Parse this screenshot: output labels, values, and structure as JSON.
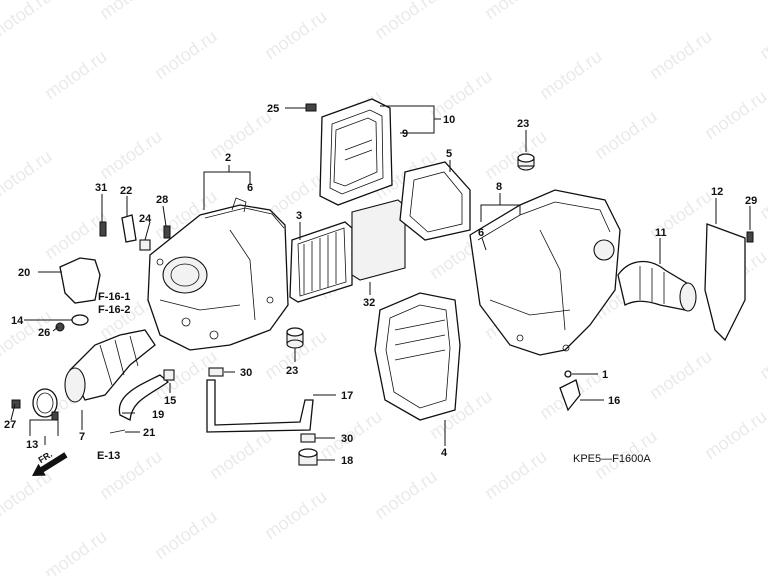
{
  "watermark": "motod.ru",
  "diagram_code": "KPE5—F1600A",
  "direction_marker": "FR.",
  "refs": {
    "f16_1": "F-16-1",
    "f16_2": "F-16-2",
    "e13": "E-13"
  },
  "callouts": {
    "c1": "1",
    "c2": "2",
    "c3": "3",
    "c4": "4",
    "c5": "5",
    "c6a": "6",
    "c6b": "6",
    "c7": "7",
    "c8": "8",
    "c9": "9",
    "c10": "10",
    "c11": "11",
    "c12": "12",
    "c13": "13",
    "c14": "14",
    "c15": "15",
    "c16": "16",
    "c17": "17",
    "c18": "18",
    "c19": "19",
    "c20": "20",
    "c21": "21",
    "c22": "22",
    "c23a": "23",
    "c23b": "23",
    "c24": "24",
    "c25": "25",
    "c26": "26",
    "c27": "27",
    "c28": "28",
    "c29": "29",
    "c30a": "30",
    "c30b": "30",
    "c31": "31",
    "c32": "32"
  }
}
